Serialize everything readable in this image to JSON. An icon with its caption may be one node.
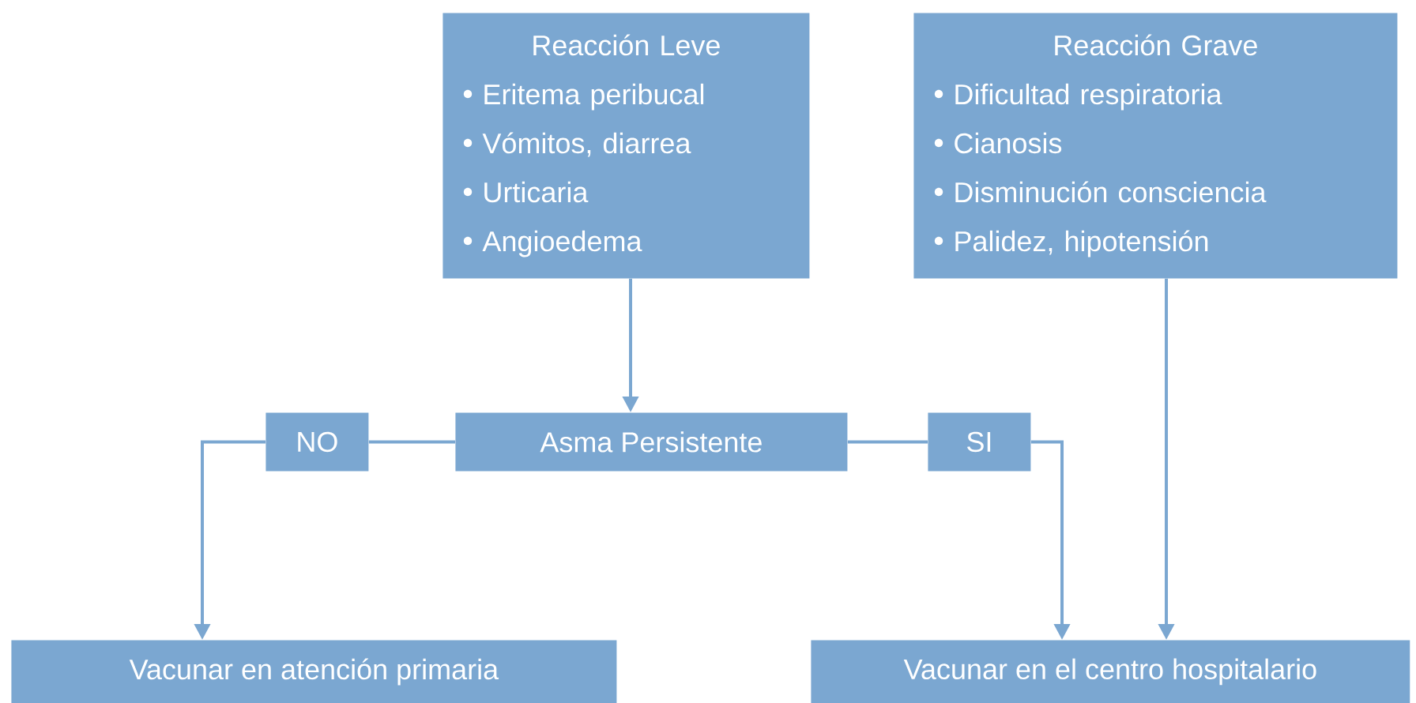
{
  "diagram": {
    "nodes": [
      {
        "text": [
          "Reacción Leve",
          "Eritema peribucal",
          "Vómitos, diarrea",
          "Urticaria",
          "Angioedema"
        ]
      },
      {
        "text": [
          "Reacción Grave",
          "Dificultad respiratoria",
          "Cianosis",
          "Disminución consciencia",
          "Palidez, hipotensión"
        ]
      },
      {
        "text": [
          "Asma Persistente"
        ]
      },
      {
        "text": [
          "NO"
        ]
      },
      {
        "text": [
          "SI"
        ]
      },
      {
        "text": [
          "Vacunar en atención primaria"
        ]
      },
      {
        "text": [
          "Vacunar en el centro hospitalario"
        ]
      }
    ],
    "edges": [
      {
        "from": 0,
        "to": 2,
        "arrow": "to"
      },
      {
        "from": 2,
        "to": 3,
        "arrow": "none"
      },
      {
        "from": 3,
        "to": 5,
        "arrow": "to"
      },
      {
        "from": 2,
        "to": 4,
        "arrow": "none"
      },
      {
        "from": 4,
        "to": 6,
        "arrow": "to"
      },
      {
        "from": 1,
        "to": 6,
        "arrow": "to"
      }
    ]
  }
}
